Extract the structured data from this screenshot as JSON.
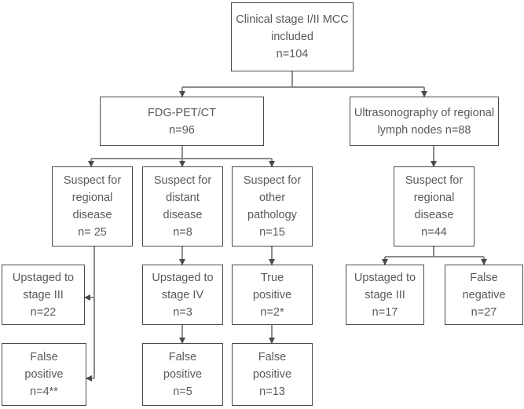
{
  "boxes": {
    "root": {
      "lines": [
        "Clinical stage I/II MCC",
        "included",
        "n=104"
      ]
    },
    "fdg": {
      "lines": [
        "FDG-PET/CT",
        "n=96"
      ]
    },
    "us": {
      "lines": [
        "Ultrasonography  of regional",
        "lymph nodes n=88"
      ]
    },
    "sus_regional": {
      "lines": [
        "Suspect for",
        "regional",
        "disease",
        "n= 25"
      ]
    },
    "sus_distant": {
      "lines": [
        "Suspect for",
        "distant",
        "disease",
        "n=8"
      ]
    },
    "sus_other": {
      "lines": [
        "Suspect for",
        "other",
        "pathology",
        "n=15"
      ]
    },
    "us_regional": {
      "lines": [
        "Suspect for",
        "regional",
        "disease",
        "n=44"
      ]
    },
    "up3": {
      "lines": [
        "Upstaged to",
        "stage III",
        "n=22"
      ]
    },
    "up4": {
      "lines": [
        "Upstaged to",
        "stage IV",
        "n=3"
      ]
    },
    "true_pos": {
      "lines": [
        "True",
        "positive",
        "n=2*"
      ]
    },
    "us_up3": {
      "lines": [
        "Upstaged to",
        "stage III",
        "n=17"
      ]
    },
    "false_neg": {
      "lines": [
        "False",
        "negative",
        "n=27"
      ]
    },
    "fp_regional": {
      "lines": [
        "False",
        "positive",
        "n=4**"
      ]
    },
    "fp_distant": {
      "lines": [
        "False",
        "positive",
        "n=5"
      ]
    },
    "fp_other": {
      "lines": [
        "False",
        "positive",
        "n=13"
      ]
    }
  }
}
